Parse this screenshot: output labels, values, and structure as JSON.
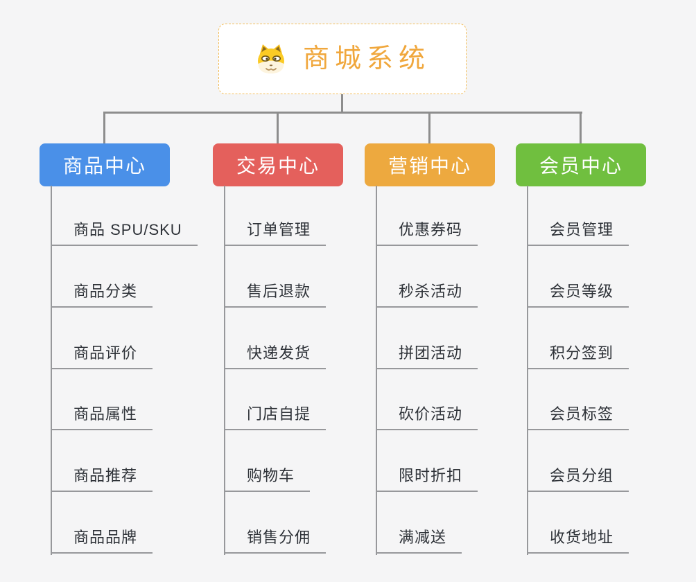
{
  "root": {
    "title": "商城系统",
    "icon": "dog-face-icon",
    "title_color": "#F0A73C",
    "border_color": "#F3BD58"
  },
  "branches": [
    {
      "label": "商品中心",
      "color": "#4A90E8",
      "items": [
        "商品 SPU/SKU",
        "商品分类",
        "商品评价",
        "商品属性",
        "商品推荐",
        "商品品牌"
      ]
    },
    {
      "label": "交易中心",
      "color": "#E4605C",
      "items": [
        "订单管理",
        "售后退款",
        "快递发货",
        "门店自提",
        "购物车",
        "销售分佣"
      ]
    },
    {
      "label": "营销中心",
      "color": "#EDA93F",
      "items": [
        "优惠券码",
        "秒杀活动",
        "拼团活动",
        "砍价活动",
        "限时折扣",
        "满减送"
      ]
    },
    {
      "label": "会员中心",
      "color": "#70BF3F",
      "items": [
        "会员管理",
        "会员等级",
        "积分签到",
        "会员标签",
        "会员分组",
        "收货地址"
      ]
    }
  ],
  "colors": {
    "background": "#F5F5F6",
    "connector_main": "#8D8D8D",
    "connector_sub": "#97989B",
    "sub_topic_text": "#2E3238"
  }
}
